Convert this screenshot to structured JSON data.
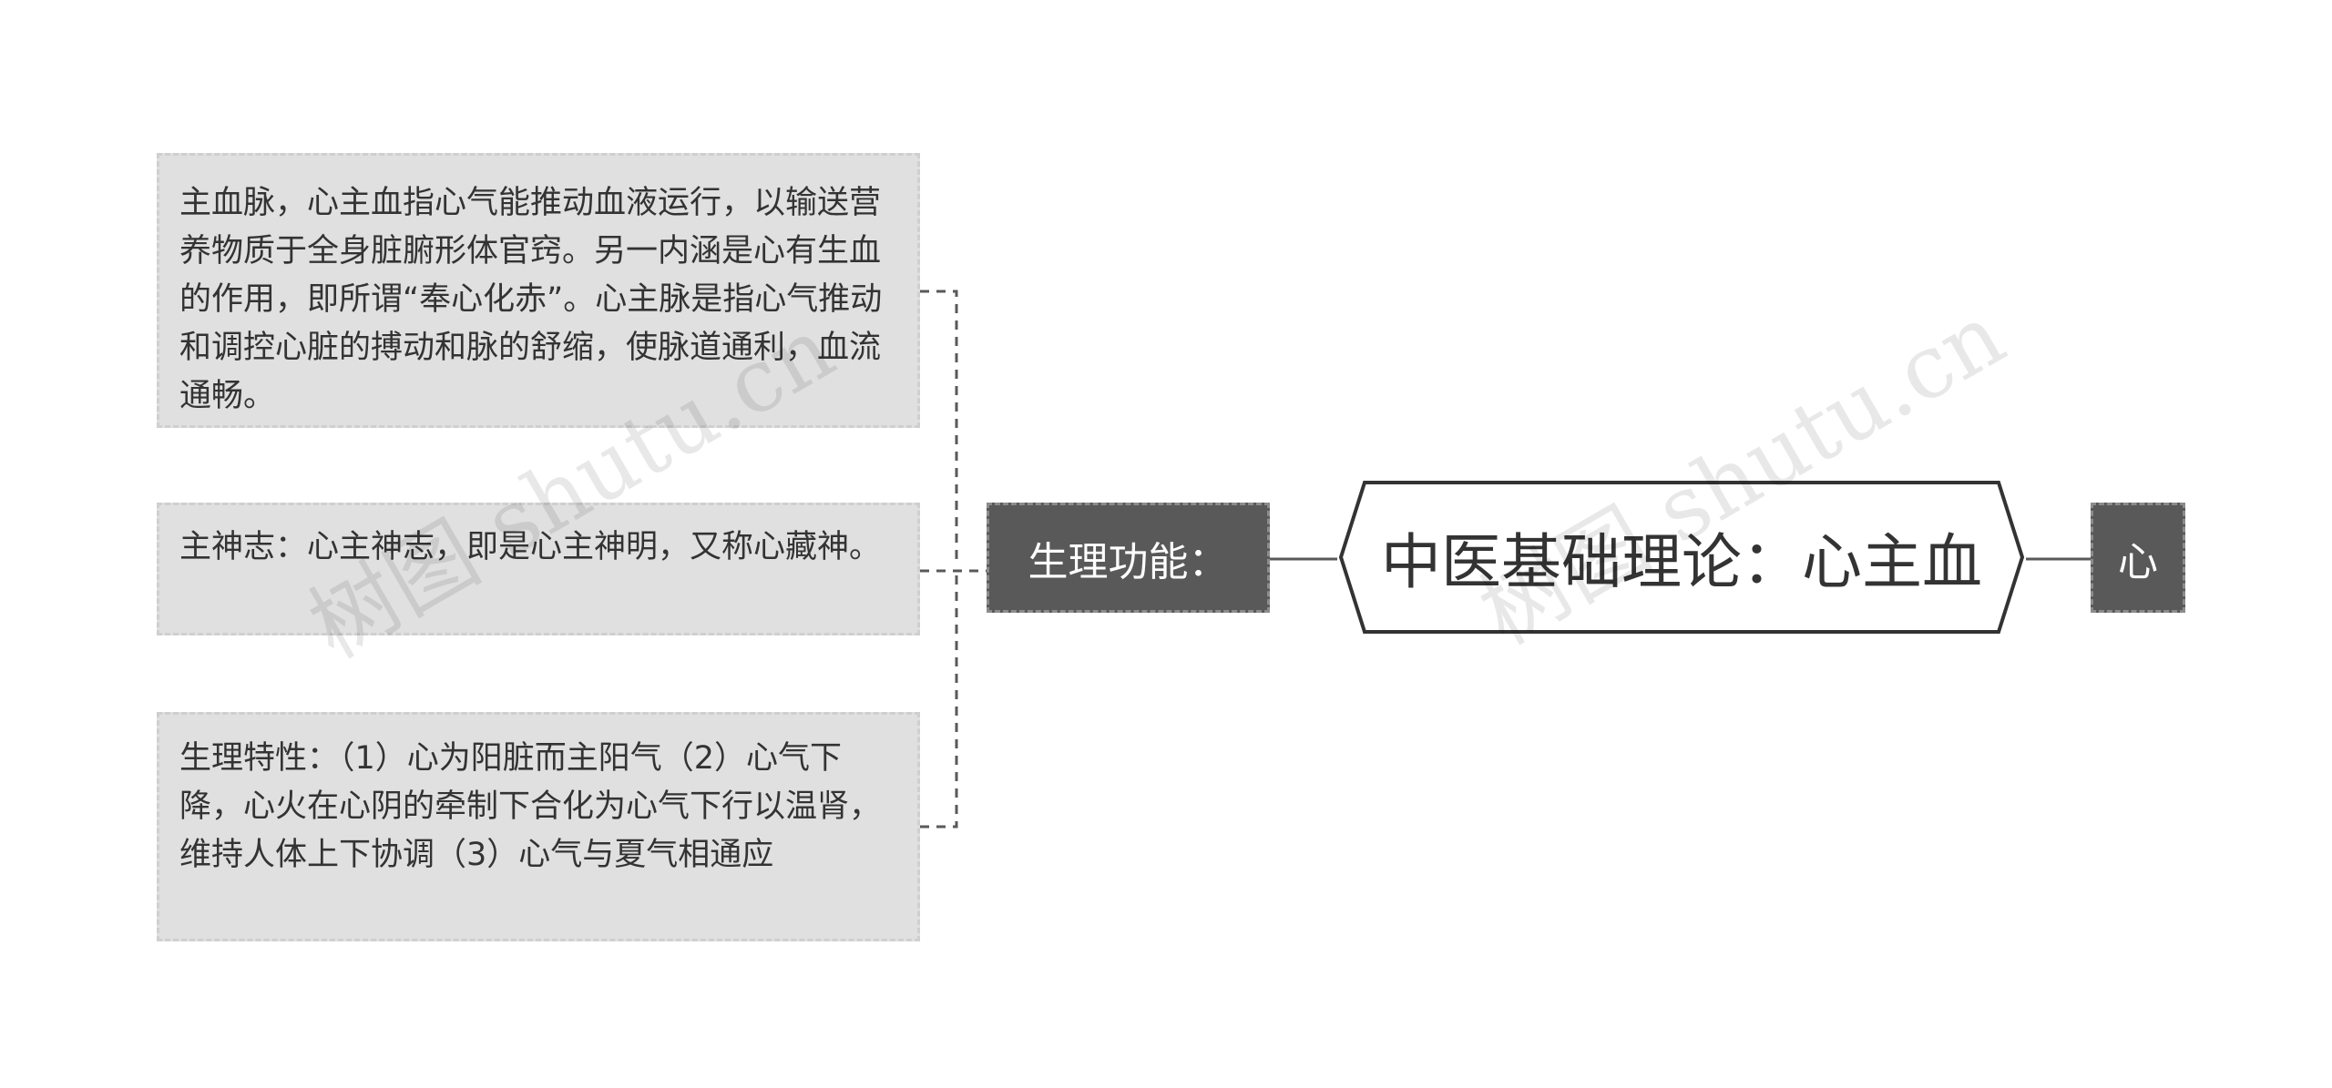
{
  "root": {
    "label": "中医基础理论：心主血"
  },
  "branch": {
    "label": "生理功能："
  },
  "right_node": {
    "label": "心"
  },
  "leaves": [
    {
      "text": "主血脉，心主血指心气能推动血液运行，以输送营养物质于全身脏腑形体官窍。另一内涵是心有生血的作用，即所谓“奉心化赤”。心主脉是指心气推动和调控心脏的搏动和脉的舒缩，使脉道通利，血流通畅。"
    },
    {
      "text": "主神志：心主神志，即是心主神明，又称心藏神。"
    },
    {
      "text": "生理特性：（1）心为阳脏而主阳气（2）心气下降，心火在心阴的牵制下合化为心气下行以温肾，维持人体上下协调（3）心气与夏气相通应"
    }
  ],
  "watermark": {
    "text": "树图 shutu.cn"
  },
  "colors": {
    "leaf_fill": "#e0e0e0",
    "dark_node_fill": "#595959",
    "connector": "#595959",
    "root_border": "#333333"
  }
}
